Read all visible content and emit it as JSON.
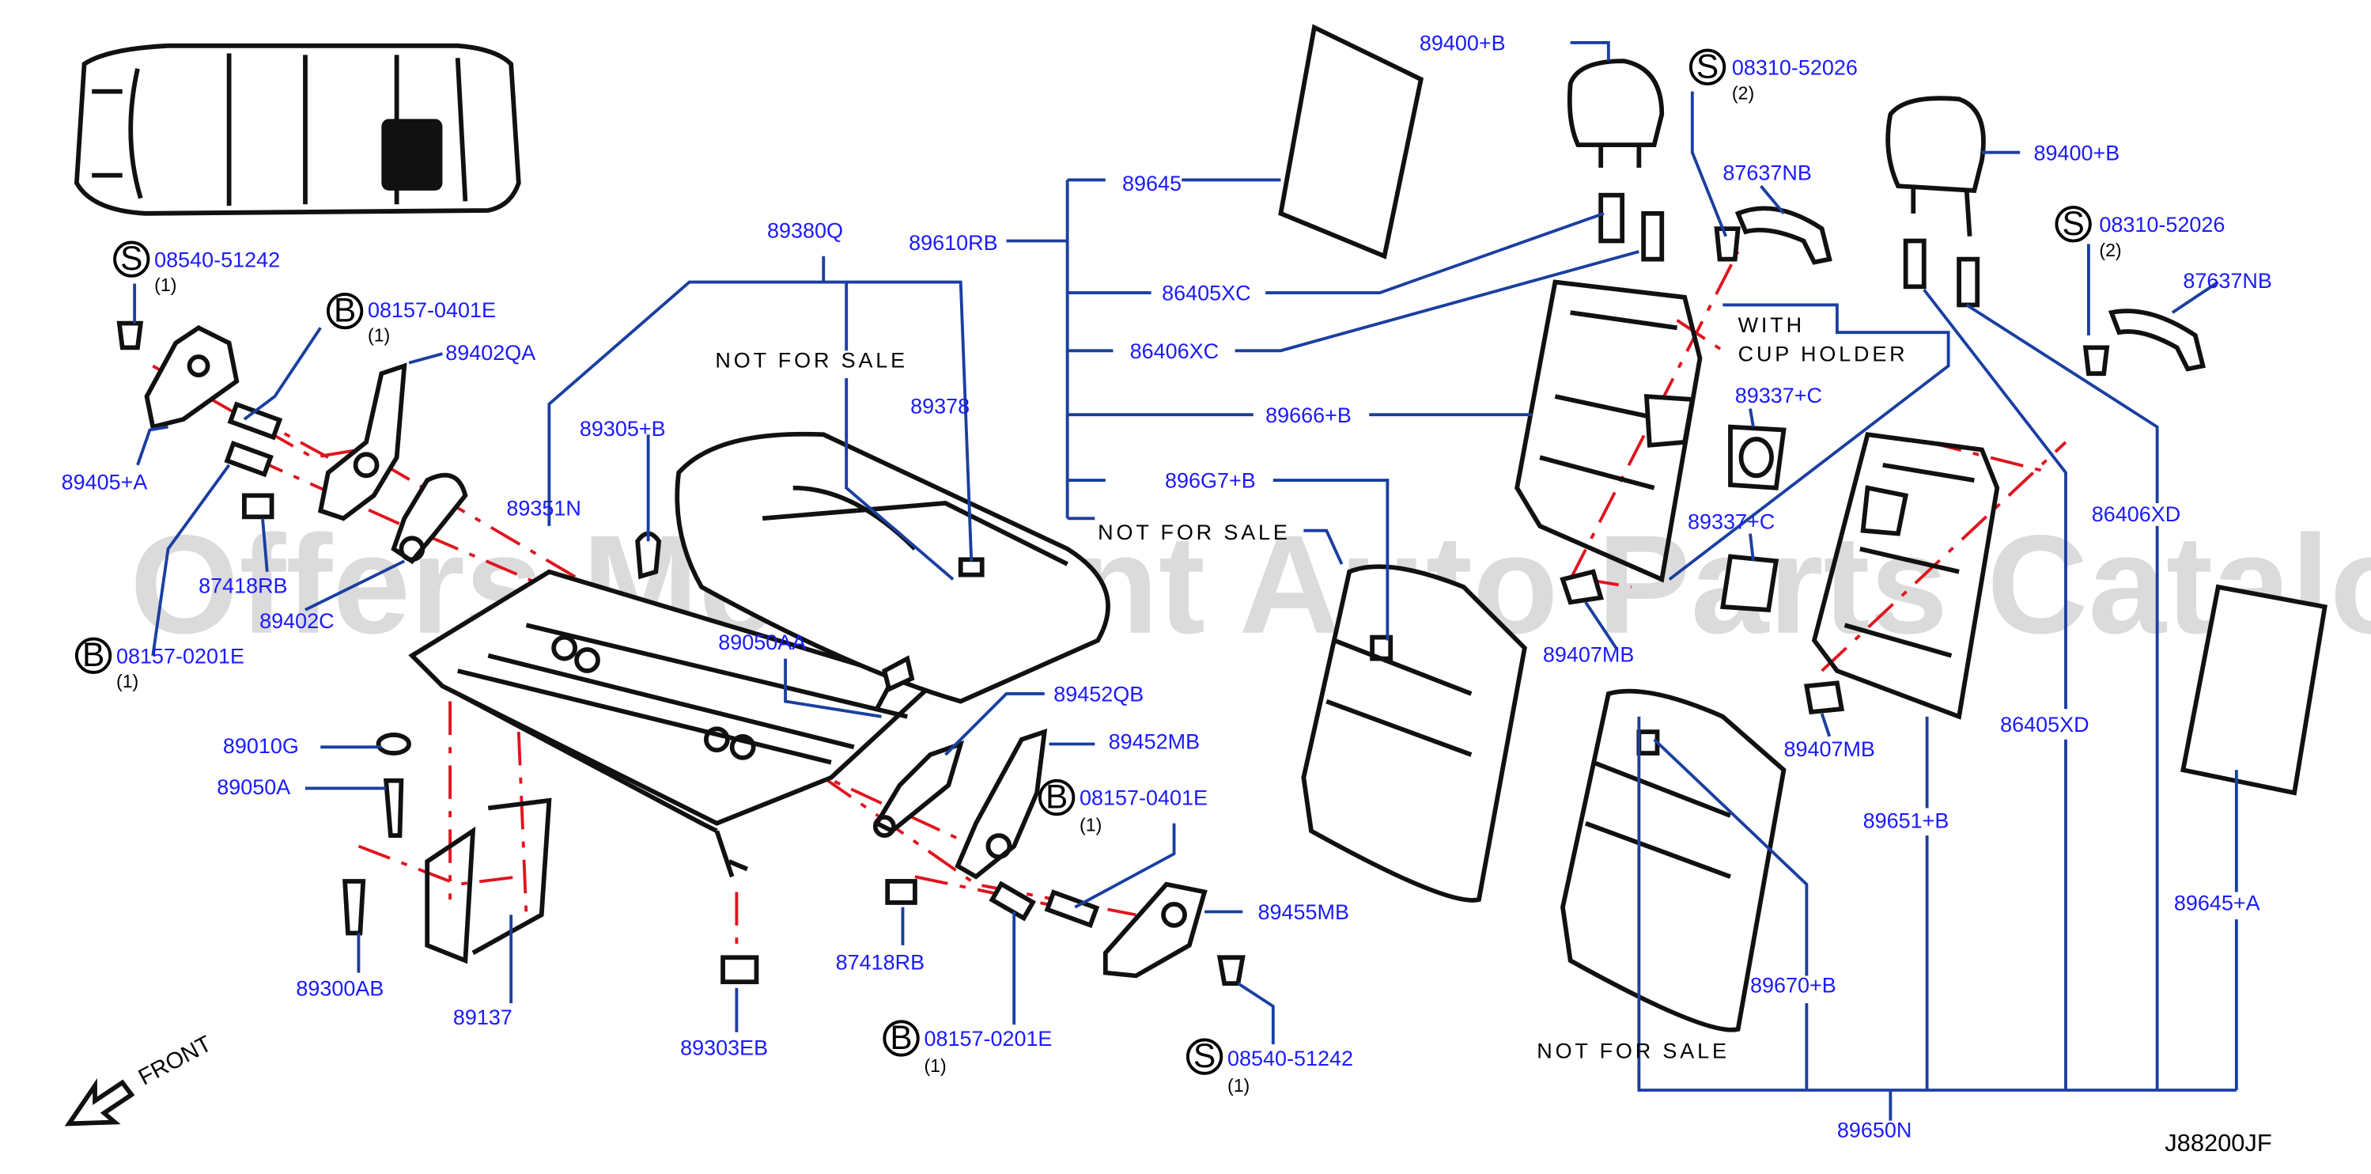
{
  "diagram": {
    "code": "J88200JF",
    "watermark": "Offers Merchant Auto Parts Catalog PARTSTORE.SA",
    "front_label": "FRONT",
    "not_for_sale": "NOT FOR SALE",
    "with_cup_holder_1": "WITH",
    "with_cup_holder_2": "CUP HOLDER"
  },
  "labels": {
    "p08540_51242_a": "08540-51242",
    "p08157_0401E_a": "08157-0401E",
    "p89402QA": "89402QA",
    "p89405A": "89405+A",
    "p87418RB_a": "87418RB",
    "p89402C": "89402C",
    "p08157_0201E_a": "08157-0201E",
    "p89380Q": "89380Q",
    "p89378": "89378",
    "p89305B": "89305+B",
    "p89351N": "89351N",
    "p89050AA": "89050AA",
    "p89010G": "89010G",
    "p89050A": "89050A",
    "p89300AB": "89300AB",
    "p89137": "89137",
    "p89303EB": "89303EB",
    "p89452QB": "89452QB",
    "p89452MB": "89452MB",
    "p08157_0401E_b": "08157-0401E",
    "p87418RB_b": "87418RB",
    "p89455MB": "89455MB",
    "p08157_0201E_b": "08157-0201E",
    "p08540_51242_b": "08540-51242",
    "p89645": "89645",
    "p89610RB": "89610RB",
    "p86405XC": "86405XC",
    "p86406XC": "86406XC",
    "p89666B": "89666+B",
    "p896G7B": "896G7+B",
    "p89400B_a": "89400+B",
    "p08310_52026_a": "08310-52026",
    "p87637NB_a": "87637NB",
    "p89337C_a": "89337+C",
    "p89337C_b": "89337+C",
    "p89407MB_a": "89407MB",
    "p89407MB_b": "89407MB",
    "p89400B_b": "89400+B",
    "p08310_52026_b": "08310-52026",
    "p87637NB_b": "87637NB",
    "p86406XD": "86406XD",
    "p86405XD": "86405XD",
    "p89651B": "89651+B",
    "p89645A": "89645+A",
    "p89670B": "89670+B",
    "p89650N": "89650N"
  },
  "quantities": {
    "q1": "(1)",
    "q2": "(1)",
    "q3": "(1)",
    "q4": "(1)",
    "q5": "(1)",
    "q6": "(1)",
    "q7": "(2)",
    "q8": "(2)"
  },
  "markers": {
    "s": "S",
    "b": "B"
  },
  "colors": {
    "label": "#1a1aff",
    "leader": "#1a3fa0",
    "dash": "#e0141e",
    "part": "#111111"
  }
}
